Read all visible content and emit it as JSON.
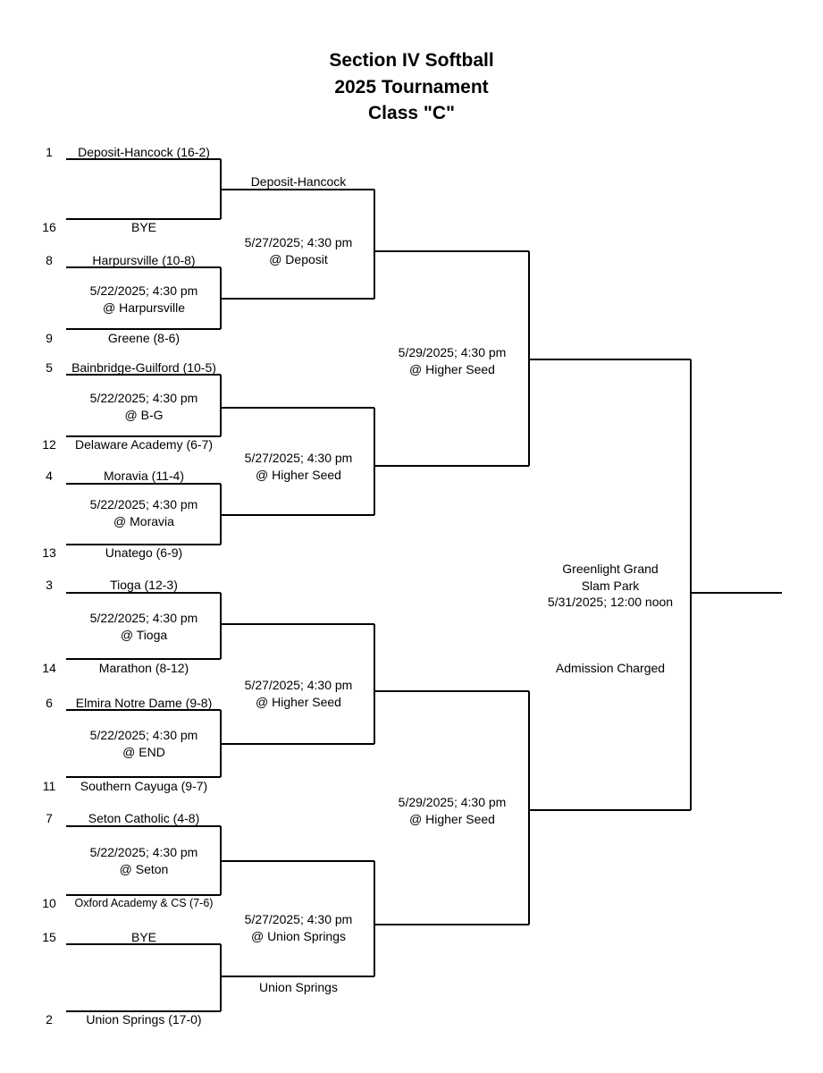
{
  "title": {
    "line1": "Section IV Softball",
    "line2": "2025 Tournament",
    "line3": "Class \"C\""
  },
  "round1": [
    {
      "seed": "1",
      "team": "Deposit-Hancock (16-2)"
    },
    {
      "seed": "16",
      "team": "BYE"
    },
    {
      "seed": "8",
      "team": "Harpursville (10-8)"
    },
    {
      "seed": "9",
      "team": "Greene (8-6)"
    },
    {
      "seed": "5",
      "team": "Bainbridge-Guilford (10-5)"
    },
    {
      "seed": "12",
      "team": "Delaware Academy (6-7)"
    },
    {
      "seed": "4",
      "team": "Moravia (11-4)"
    },
    {
      "seed": "13",
      "team": "Unatego (6-9)"
    },
    {
      "seed": "3",
      "team": "Tioga (12-3)"
    },
    {
      "seed": "14",
      "team": "Marathon (8-12)"
    },
    {
      "seed": "6",
      "team": "Elmira Notre Dame (9-8)"
    },
    {
      "seed": "11",
      "team": "Southern Cayuga (9-7)"
    },
    {
      "seed": "7",
      "team": "Seton Catholic (4-8)"
    },
    {
      "seed": "10",
      "team": "Oxford Academy & CS (7-6)"
    },
    {
      "seed": "15",
      "team": "BYE"
    },
    {
      "seed": "2",
      "team": "Union Springs (17-0)"
    }
  ],
  "round1_games": [
    {
      "date": "5/22/2025; 4:30 pm",
      "site": "@ Harpursville"
    },
    {
      "date": "5/22/2025; 4:30 pm",
      "site": "@ B-G"
    },
    {
      "date": "5/22/2025; 4:30 pm",
      "site": "@ Moravia"
    },
    {
      "date": "5/22/2025; 4:30 pm",
      "site": "@ Tioga"
    },
    {
      "date": "5/22/2025; 4:30 pm",
      "site": "@ END"
    },
    {
      "date": "5/22/2025; 4:30 pm",
      "site": "@ Seton"
    }
  ],
  "quarterfinal_byes": [
    {
      "team": "Deposit-Hancock"
    },
    {
      "team": "Union Springs"
    }
  ],
  "quarterfinal_games": [
    {
      "date": "5/27/2025; 4:30 pm",
      "site": "@ Deposit"
    },
    {
      "date": "5/27/2025; 4:30 pm",
      "site": "@ Higher Seed"
    },
    {
      "date": "5/27/2025; 4:30 pm",
      "site": "@ Higher Seed"
    },
    {
      "date": "5/27/2025; 4:30 pm",
      "site": "@ Union Springs"
    }
  ],
  "semifinal_games": [
    {
      "date": "5/29/2025; 4:30 pm",
      "site": "@ Higher Seed"
    },
    {
      "date": "5/29/2025; 4:30 pm",
      "site": "@ Higher Seed"
    }
  ],
  "final": {
    "venue_line1": "Greenlight Grand",
    "venue_line2": "Slam Park",
    "datetime": "5/31/2025; 12:00 noon",
    "admission": "Admission Charged"
  }
}
